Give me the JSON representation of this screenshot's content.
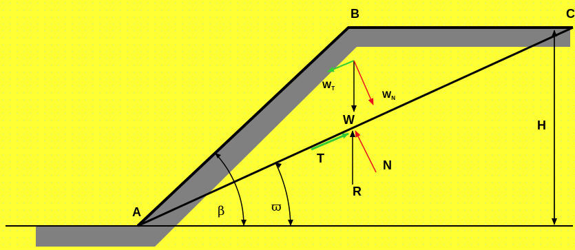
{
  "diagram": {
    "points": {
      "A": "A",
      "B": "B",
      "C": "C"
    },
    "labels": {
      "H": "H",
      "W": "W",
      "W_T_main": "W",
      "W_T_sub": "T",
      "W_N_main": "W",
      "W_N_sub": "N",
      "T": "T",
      "N": "N",
      "R": "R"
    },
    "angles": {
      "beta": "β",
      "omega": "ϖ"
    },
    "colors": {
      "background": "#ffff33",
      "grid_dot": "#d7f27a",
      "slope_shadow": "#808080",
      "line": "#000000",
      "tangential_force": "#33cc33",
      "normal_force": "#e8121b",
      "weight": "#000000"
    }
  }
}
